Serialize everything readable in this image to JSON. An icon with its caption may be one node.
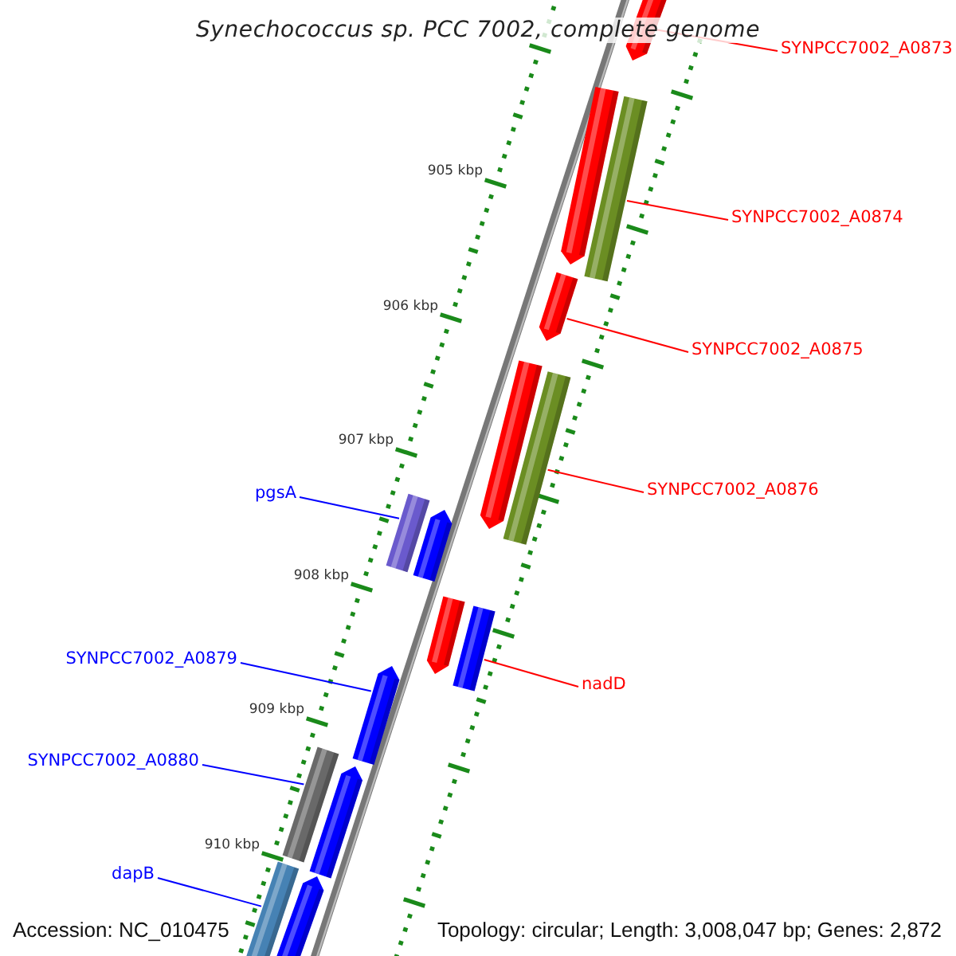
{
  "diagram": {
    "title": "Synechococcus sp. PCC 7002, complete genome",
    "nodes": [
      {
        "text": [
          "SYNPCC7002_A0873"
        ]
      },
      {
        "text": [
          "SYNPCC7002_A0874"
        ]
      },
      {
        "text": [
          "SYNPCC7002_A0875"
        ]
      },
      {
        "text": [
          "SYNPCC7002_A0876"
        ]
      },
      {
        "text": [
          "nadD"
        ]
      },
      {
        "text": [
          "pgsA"
        ]
      },
      {
        "text": [
          "SYNPCC7002_A0879"
        ]
      },
      {
        "text": [
          "SYNPCC7002_A0880"
        ]
      },
      {
        "text": [
          "dapB"
        ]
      },
      {
        "text": [],
        "shape": "bar"
      },
      {
        "text": [],
        "shape": "bar"
      },
      {
        "text": [],
        "shape": "bar"
      },
      {
        "text": [],
        "shape": "bar"
      },
      {
        "text": [],
        "shape": "bar"
      },
      {
        "text": [],
        "shape": "bar"
      },
      {
        "text": [],
        "shape": "bar"
      },
      {
        "text": [],
        "shape": "bar"
      },
      {
        "text": [],
        "shape": "bar"
      },
      {
        "text": [],
        "shape": "bar"
      },
      {
        "text": [],
        "shape": "bar"
      },
      {
        "text": [],
        "shape": "bar"
      },
      {
        "text": [],
        "shape": "bar"
      },
      {
        "text": [],
        "shape": "bar"
      },
      {
        "text": [],
        "shape": "bar"
      }
    ],
    "edges": [
      {
        "from": 0,
        "to": 9,
        "arrow": "none",
        "color": "#ff0000"
      },
      {
        "from": 1,
        "to": 11,
        "arrow": "none",
        "color": "#ff0000"
      },
      {
        "from": 2,
        "to": 12,
        "arrow": "none",
        "color": "#ff0000"
      },
      {
        "from": 3,
        "to": 14,
        "arrow": "none",
        "color": "#ff0000"
      },
      {
        "from": 4,
        "to": 18,
        "arrow": "none",
        "color": "#ff0000"
      },
      {
        "from": 5,
        "to": 15,
        "arrow": "none",
        "color": "#0000ff"
      },
      {
        "from": 6,
        "to": 19,
        "arrow": "none",
        "color": "#0000ff"
      },
      {
        "from": 7,
        "to": 20,
        "arrow": "none",
        "color": "#0000ff"
      },
      {
        "from": 8,
        "to": 22,
        "arrow": "none",
        "color": "#0000ff"
      }
    ],
    "labels": [
      "905 kbp",
      "906 kbp",
      "907 kbp",
      "908 kbp",
      "909 kbp",
      "910 kbp",
      "Accession: NC_010475",
      "Topology: circular; Length: 3,008,047 bp; Genes: 2,872"
    ]
  }
}
